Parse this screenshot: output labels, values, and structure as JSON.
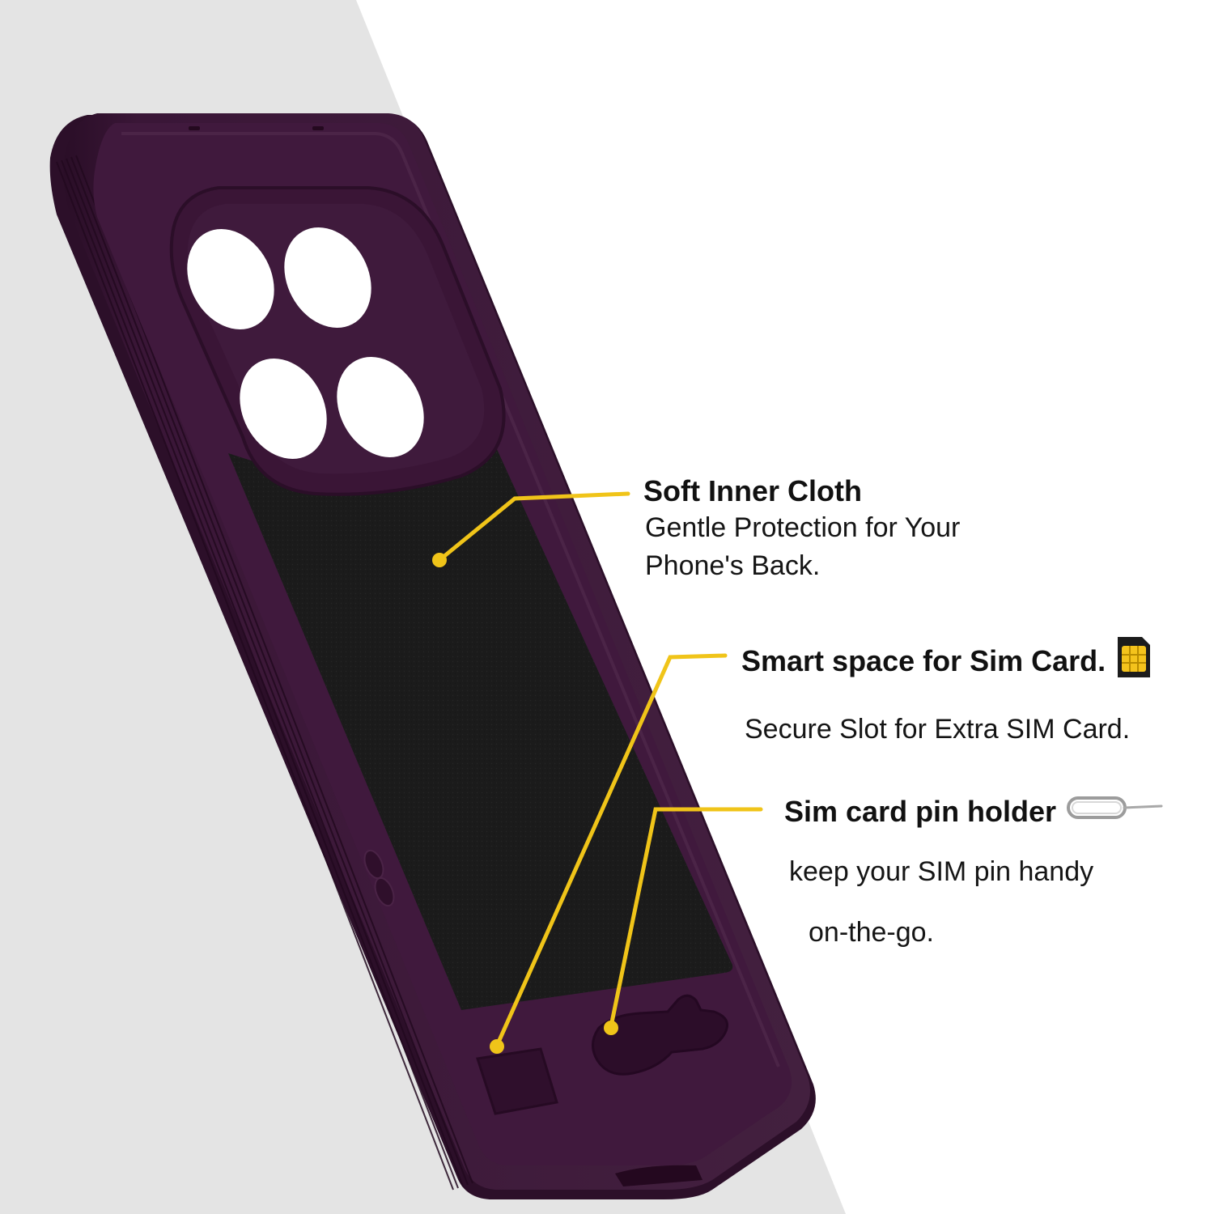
{
  "colors": {
    "case_purple": "#3f1a3c",
    "case_purple_dark": "#2d1029",
    "cloth_black": "#1a1a1a",
    "accent_yellow": "#f0c419",
    "background_gray": "#e4e4e4"
  },
  "icons": {
    "sim_card": "sim-card-icon",
    "sim_pin": "sim-eject-pin-icon"
  },
  "callouts": {
    "soft_cloth": {
      "title": "Soft Inner Cloth",
      "line1": "Gentle Protection for Your",
      "line2": "Phone's Back."
    },
    "sim_space": {
      "title": "Smart space for Sim Card.",
      "line1": "Secure Slot for Extra SIM Card."
    },
    "pin_holder": {
      "title": "Sim card pin holder",
      "line1": "keep your SIM pin handy",
      "line2": "on-the-go."
    }
  }
}
